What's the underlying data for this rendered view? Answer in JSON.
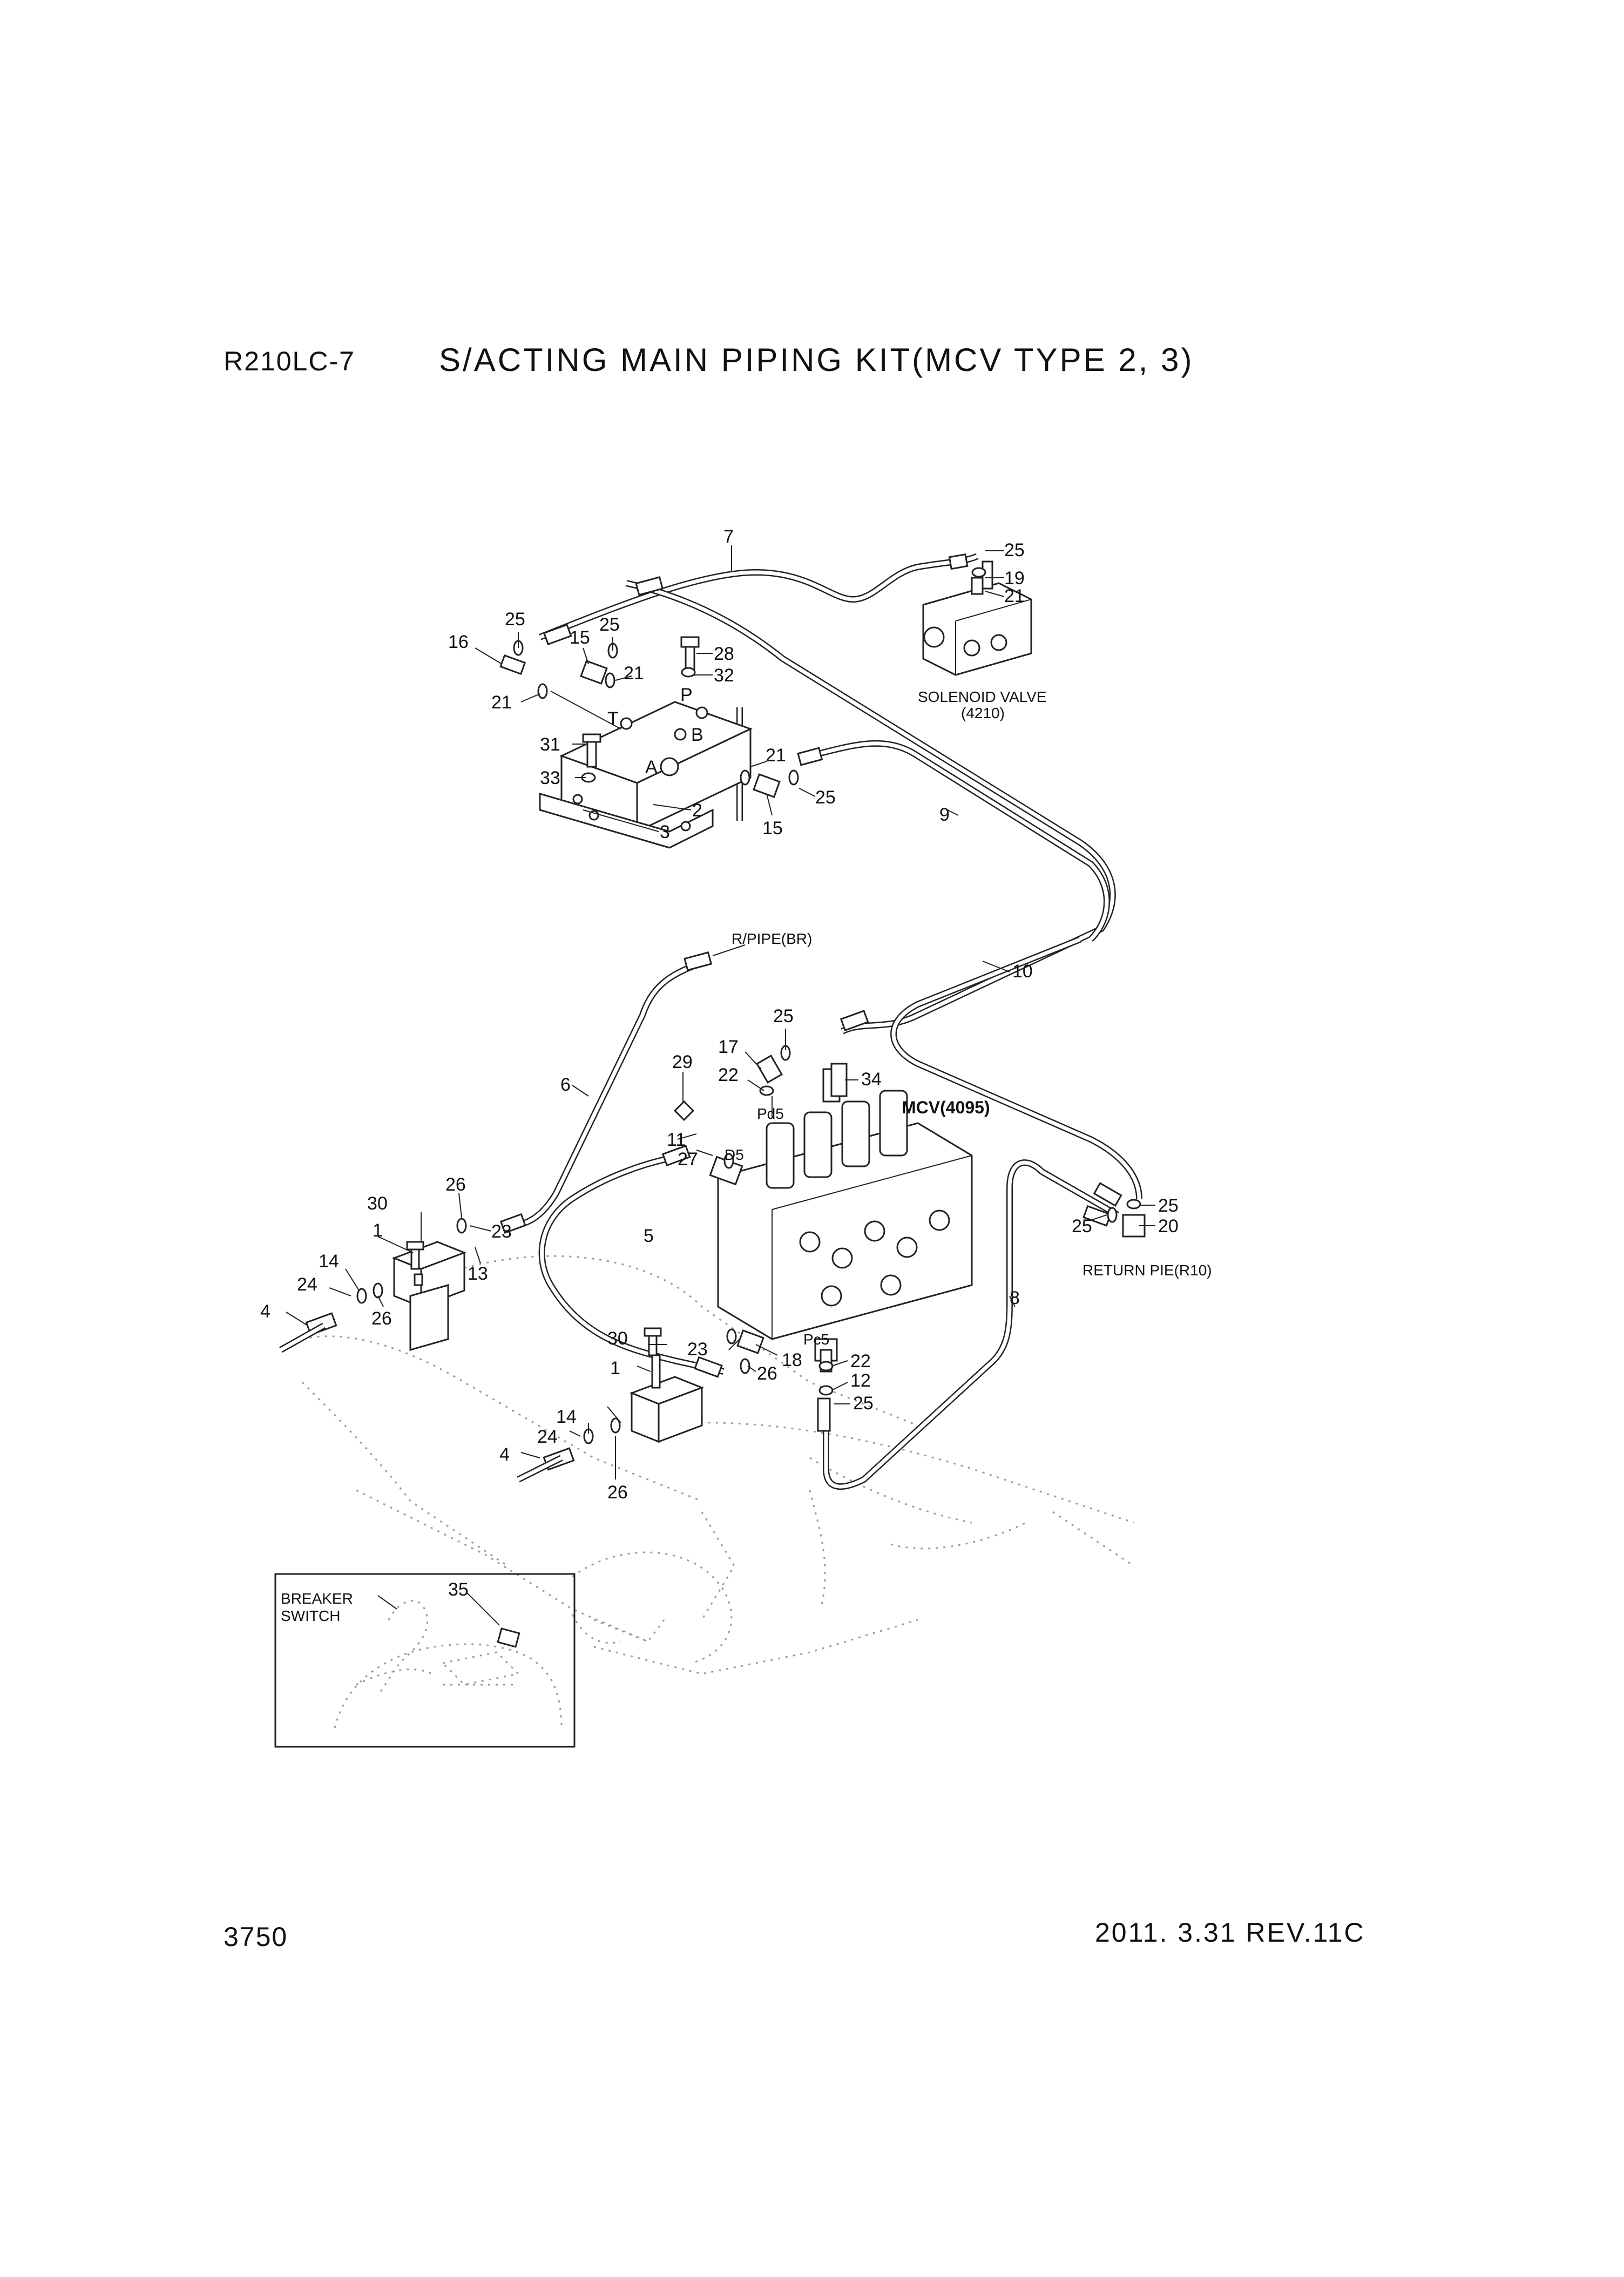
{
  "header": {
    "model": "R210LC-7",
    "title": "S/ACTING MAIN PIPING KIT(MCV TYPE 2, 3)"
  },
  "footer": {
    "page_number": "3750",
    "revision": "2011. 3.31 REV.11C"
  },
  "callouts": {
    "c1a": "1",
    "c1b": "1",
    "c2": "2",
    "c3": "3",
    "c4a": "4",
    "c4b": "4",
    "c5": "5",
    "c6": "6",
    "c7": "7",
    "c8": "8",
    "c9": "9",
    "c10": "10",
    "c11": "11",
    "c12": "12",
    "c13": "13",
    "c14a": "14",
    "c14b": "14",
    "c15a": "15",
    "c15b": "15",
    "c16": "16",
    "c17": "17",
    "c18": "18",
    "c19": "19",
    "c20": "20",
    "c21a": "21",
    "c21b": "21",
    "c21c": "21",
    "c21d": "21",
    "c22a": "22",
    "c22b": "22",
    "c23a": "23",
    "c23b": "23",
    "c24a": "24",
    "c24b": "24",
    "c25a": "25",
    "c25b": "25",
    "c25c": "25",
    "c25d": "25",
    "c25e": "25",
    "c25f": "25",
    "c25g": "25",
    "c25h": "25",
    "c26a": "26",
    "c26b": "26",
    "c26c": "26",
    "c26d": "26",
    "c27": "27",
    "c28": "28",
    "c29": "29",
    "c30a": "30",
    "c30b": "30",
    "c31": "31",
    "c32": "32",
    "c33": "33",
    "c34": "34",
    "c35": "35"
  },
  "port_labels": {
    "t": "T",
    "p": "P",
    "a": "A",
    "b": "B",
    "pd5": "Pd5",
    "d5": "D5",
    "pc5": "Pc5"
  },
  "annotations": {
    "solenoid_valve": "SOLENOID VALVE",
    "solenoid_code": "(4210)",
    "r_pipe": "R/PIPE(BR)",
    "mcv": "MCV(4095)",
    "return_pipe": "RETURN PIE(R10)",
    "breaker_switch_line1": "BREAKER",
    "breaker_switch_line2": "SWITCH"
  }
}
